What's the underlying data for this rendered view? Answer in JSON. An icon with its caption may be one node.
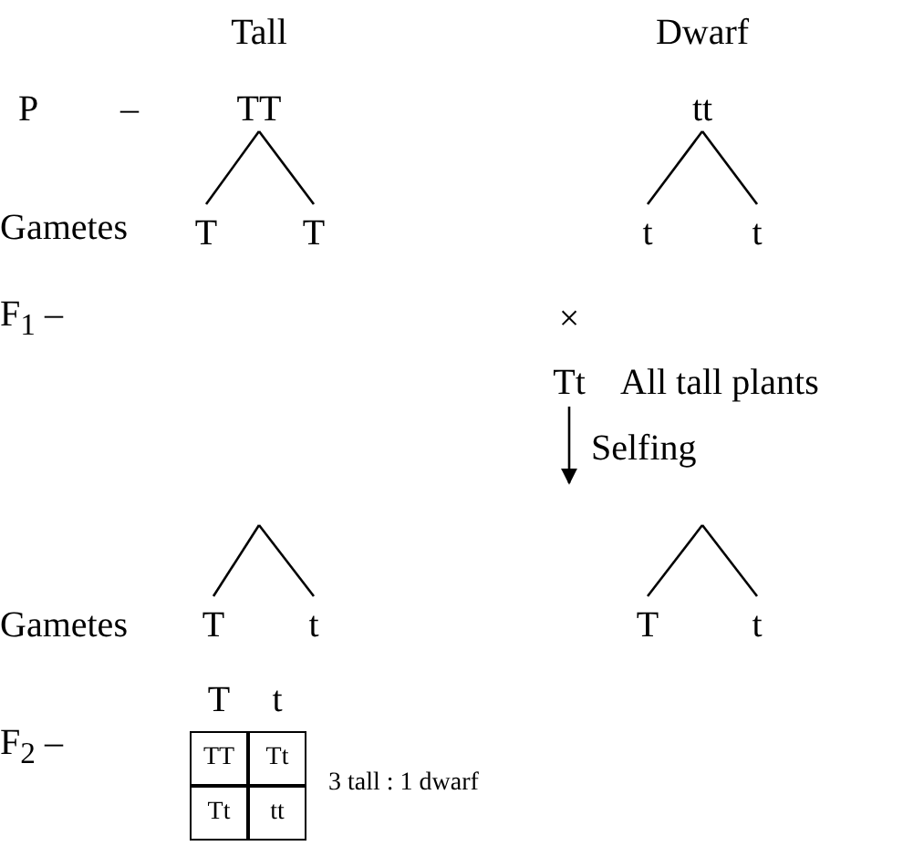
{
  "diagram": {
    "nodes": [
      {
        "text": [
          "TT"
        ],
        "beside": [
          "Tall"
        ]
      },
      {
        "text": [
          "tt"
        ],
        "beside": [
          "Dwarf"
        ]
      },
      {
        "text": [
          "T"
        ]
      },
      {
        "text": [
          "T"
        ]
      },
      {
        "text": [
          "t"
        ]
      },
      {
        "text": [
          "t"
        ]
      },
      {
        "text": [
          "Tt"
        ],
        "beside": [
          "All tall plants"
        ]
      },
      {
        "text": [
          "T"
        ]
      },
      {
        "text": [
          "t"
        ]
      },
      {
        "text": [
          "T"
        ]
      },
      {
        "text": [
          "t"
        ]
      }
    ],
    "edges": [
      {
        "from": 0,
        "to": 2,
        "arrow": "none"
      },
      {
        "from": 0,
        "to": 3,
        "arrow": "none"
      },
      {
        "from": 1,
        "to": 4,
        "arrow": "none"
      },
      {
        "from": 1,
        "to": 5,
        "arrow": "none"
      },
      {
        "from": 6,
        "to": null,
        "arrow": "to",
        "label": "Selfing"
      },
      {
        "from": null,
        "to": 7,
        "arrow": "none"
      },
      {
        "from": null,
        "to": 8,
        "arrow": "none"
      },
      {
        "from": null,
        "to": 9,
        "arrow": "none"
      },
      {
        "from": null,
        "to": 10,
        "arrow": "none"
      }
    ],
    "labels": [
      "P",
      "–",
      "Gametes",
      "F$_{1}$ –",
      "×",
      "Gametes",
      "F$_{2}$ –",
      "T",
      "t",
      "TT",
      "Tt",
      "Tt",
      "tt",
      "3 tall : 1 dwarf"
    ]
  }
}
